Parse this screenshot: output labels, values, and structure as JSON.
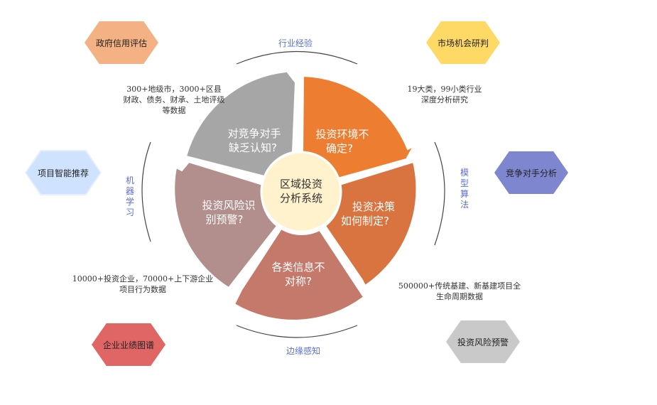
{
  "center": {
    "line1": "区域投资",
    "line2": "分析系统"
  },
  "segments": [
    {
      "line1": "投资环境不",
      "line2": "确定?",
      "color": "#ed7d31"
    },
    {
      "line1": "投资决策",
      "line2": "如何制定?",
      "color": "#d9733f"
    },
    {
      "line1": "各类信息不",
      "line2": "对称?",
      "color": "#c4796b"
    },
    {
      "line1": "投资风险识",
      "line2": "别预警?",
      "color": "#b28f8c"
    },
    {
      "line1": "对竞争对手",
      "line2": "缺乏认知?",
      "color": "#a6a6a6"
    }
  ],
  "axes": {
    "top": "行业经验",
    "right": [
      "模",
      "型",
      "算",
      "法"
    ],
    "bottom": "边缘感知",
    "left": [
      "机",
      "器",
      "学",
      "习"
    ]
  },
  "notes": {
    "top_left": [
      "300+地级市，3000+区县",
      "财政、债务、财承、土地评级",
      "等数据"
    ],
    "top_right": [
      "19大类，99小类行业",
      "深度分析研究"
    ],
    "bottom_left": [
      "10000+投资企业，70000+上下游企业",
      "项目行为数据"
    ],
    "bottom_right": [
      "500000+传统基建、新基建项目全",
      "生命周期数据"
    ]
  },
  "hexagons": {
    "gov_credit": {
      "label": "政府信用评估",
      "color": "#f4b183"
    },
    "market": {
      "label": "市场机会研判",
      "color": "#ffd966"
    },
    "recommend": {
      "label": "项目智能推荐",
      "color": "#cfe2ff"
    },
    "competitor": {
      "label": "竞争对手分析",
      "color": "#7e86cf"
    },
    "enterprise": {
      "label": "企业业绩图谱",
      "color": "#e06666"
    },
    "risk": {
      "label": "投资风险预警",
      "color": "#c9c9c9"
    }
  }
}
